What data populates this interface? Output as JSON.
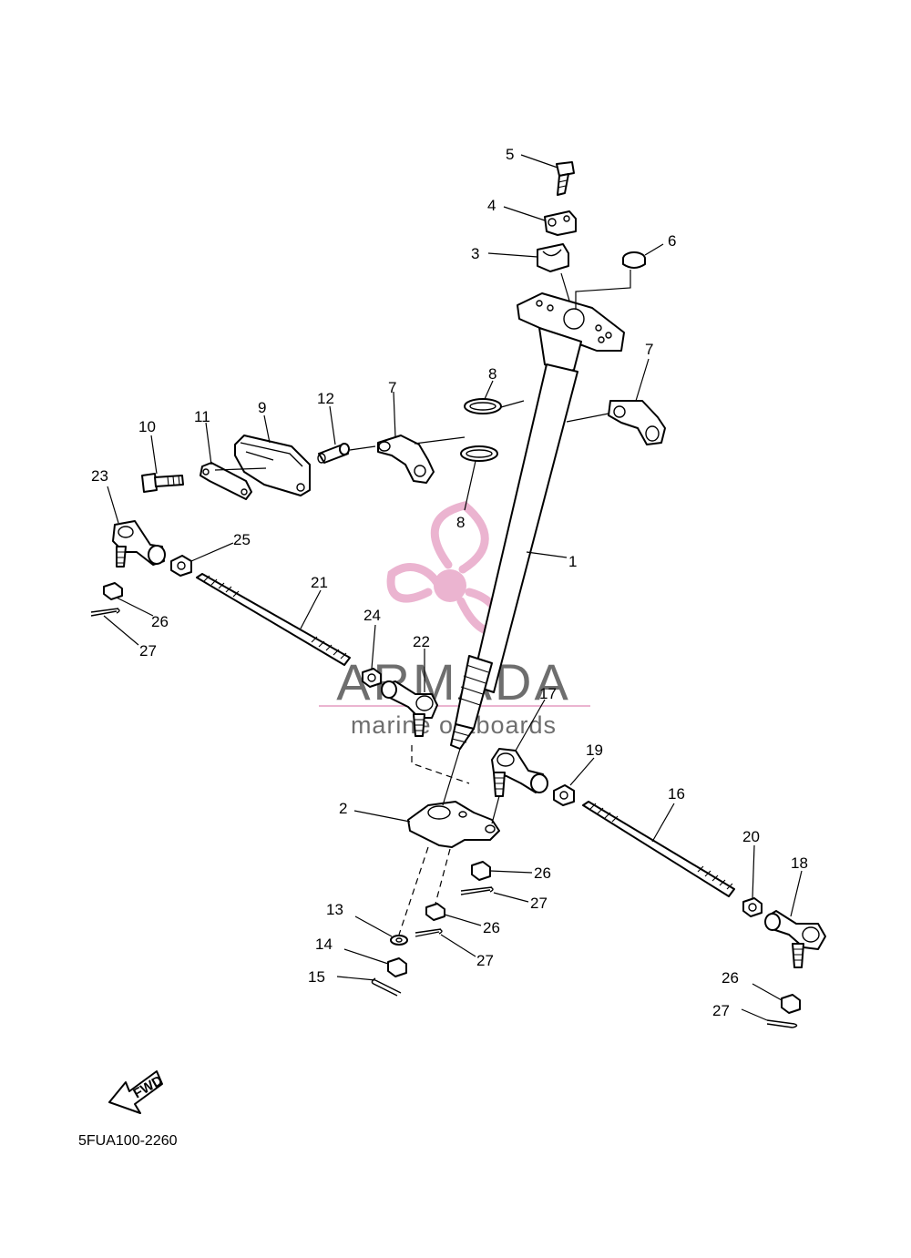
{
  "diagram": {
    "drawing_code": "5FUA100-2260",
    "direction_label": "FWD",
    "callouts": [
      {
        "id": "callout-1",
        "label": "1"
      },
      {
        "id": "callout-2",
        "label": "2"
      },
      {
        "id": "callout-3",
        "label": "3"
      },
      {
        "id": "callout-4",
        "label": "4"
      },
      {
        "id": "callout-5",
        "label": "5"
      },
      {
        "id": "callout-6",
        "label": "6"
      },
      {
        "id": "callout-7a",
        "label": "7"
      },
      {
        "id": "callout-7b",
        "label": "7"
      },
      {
        "id": "callout-8a",
        "label": "8"
      },
      {
        "id": "callout-8b",
        "label": "8"
      },
      {
        "id": "callout-9",
        "label": "9"
      },
      {
        "id": "callout-10",
        "label": "10"
      },
      {
        "id": "callout-11",
        "label": "11"
      },
      {
        "id": "callout-12",
        "label": "12"
      },
      {
        "id": "callout-13",
        "label": "13"
      },
      {
        "id": "callout-14",
        "label": "14"
      },
      {
        "id": "callout-15",
        "label": "15"
      },
      {
        "id": "callout-16",
        "label": "16"
      },
      {
        "id": "callout-17",
        "label": "17"
      },
      {
        "id": "callout-18",
        "label": "18"
      },
      {
        "id": "callout-19",
        "label": "19"
      },
      {
        "id": "callout-20",
        "label": "20"
      },
      {
        "id": "callout-21",
        "label": "21"
      },
      {
        "id": "callout-22",
        "label": "22"
      },
      {
        "id": "callout-23",
        "label": "23"
      },
      {
        "id": "callout-24",
        "label": "24"
      },
      {
        "id": "callout-25",
        "label": "25"
      },
      {
        "id": "callout-26a",
        "label": "26"
      },
      {
        "id": "callout-26b",
        "label": "26"
      },
      {
        "id": "callout-26c",
        "label": "26"
      },
      {
        "id": "callout-26d",
        "label": "26"
      },
      {
        "id": "callout-27a",
        "label": "27"
      },
      {
        "id": "callout-27b",
        "label": "27"
      },
      {
        "id": "callout-27c",
        "label": "27"
      },
      {
        "id": "callout-27d",
        "label": "27"
      }
    ]
  },
  "watermark": {
    "brand": "ARMADA",
    "tagline": "marine outboards",
    "logo_color": "#e8a8c8",
    "text_color": "#555555"
  }
}
